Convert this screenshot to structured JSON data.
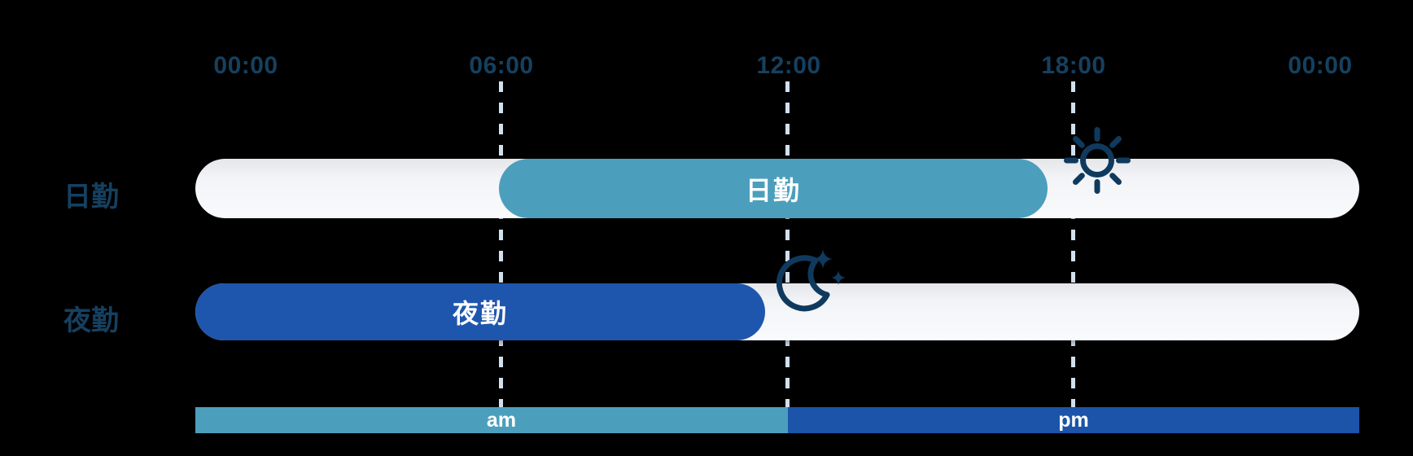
{
  "diagram": {
    "type": "shift-schedule-timeline",
    "ticks": [
      {
        "label": "00:00"
      },
      {
        "label": "06:00"
      },
      {
        "label": "12:00"
      },
      {
        "label": "18:00"
      },
      {
        "label": "00:00"
      }
    ],
    "rows": [
      {
        "row_label": "日勤",
        "bar_label": "日勤",
        "icon": "sun-icon"
      },
      {
        "row_label": "夜勤",
        "bar_label": "夜勤",
        "icon": "moon-stars-icon"
      }
    ],
    "bottom_axis": {
      "segments": [
        {
          "label": "am"
        },
        {
          "label": "pm"
        }
      ]
    },
    "colors": {
      "background": "#000000",
      "navy_text": "#16405F",
      "icon_navy": "#0F3A5E",
      "gridline": "#D2E0EE",
      "track": "#F5F7FA",
      "day_bar": "#4C9FBC",
      "night_bar": "#1F56AD",
      "am_segment": "#4C9FBC",
      "pm_segment": "#1B54A9",
      "bar_text": "#FFFFFF"
    }
  }
}
